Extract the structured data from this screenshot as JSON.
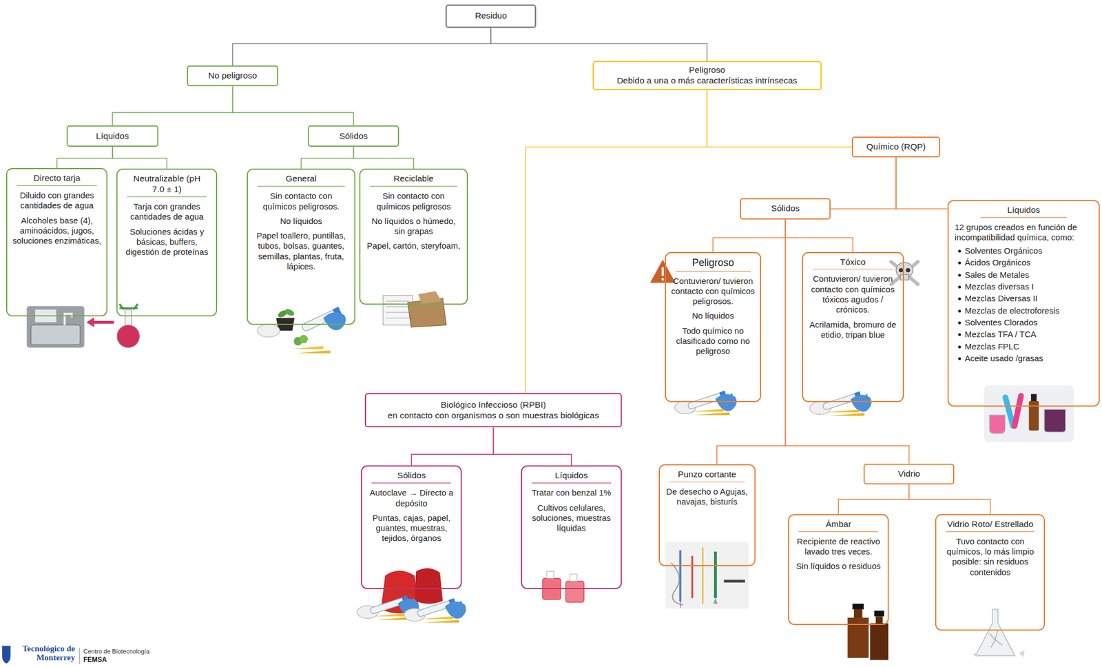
{
  "diagram": {
    "nodes": [
      {
        "text": [
          "Residuo"
        ]
      },
      {
        "text": [
          "No peligroso"
        ]
      },
      {
        "text": [
          "Peligroso",
          "Debido a una o más características intrínsecas"
        ]
      },
      {
        "text": [
          "Líquidos"
        ]
      },
      {
        "text": [
          "Sólidos"
        ]
      },
      {
        "text": [
          "Directo tarja",
          "Diluido con grandes cantidades de agua",
          "Alcoholes base (4), aminoácidos, jugos, soluciones enzimáticas,"
        ]
      },
      {
        "text": [
          "Neutralizable (pH 7.0 ± 1)",
          "Tarja con grandes cantidades de agua",
          "Soluciones ácidas y básicas, buffers, digestión de proteínas"
        ]
      },
      {
        "text": [
          "General",
          "Sin contacto con químicos peligrosos.",
          "No líquidos",
          "Papel toallero, puntillas, tubos, bolsas, guantes, semillas, plantas, fruta, lápices."
        ]
      },
      {
        "text": [
          "Reciclable",
          "Sin contacto con químicos peligrosos",
          "No líquidos o húmedo, sin grapas",
          "Papel, cartón, steryfoam,"
        ]
      },
      {
        "text": [
          "Químico (RQP)"
        ]
      },
      {
        "text": [
          "Sólidos"
        ]
      },
      {
        "text": [
          "Líquidos",
          "12 grupos creados en función de incompatibilidad química, como:",
          "Solventes Orgánicos",
          "Ácidos Orgánicos",
          "Sales de Metales",
          "Mezclas diversas I",
          "Mezclas Diversas II",
          "Mezclas de electroforesis",
          "Solventes Clorados",
          "Mezclas TFA / TCA",
          "Mezclas FPLC",
          "Aceite usado /grasas"
        ]
      },
      {
        "text": [
          "Peligroso",
          "Contuvieron/ tuvieron contacto con químicos peligrosos.",
          "No líquidos",
          "Todo químico no clasificado como no peligroso"
        ]
      },
      {
        "text": [
          "Tóxico",
          "Contuvieron/ tuvieron contacto con químicos tóxicos agudos / crónicos.",
          "Acrilamida, bromuro de etidio, tripan blue"
        ]
      },
      {
        "text": [
          "Biológico Infeccioso (RPBI)",
          "en contacto con organismos o son muestras biológicas"
        ]
      },
      {
        "text": [
          "Sólidos",
          "Autoclave → Directo a depósito",
          "Puntas, cajas, papel, guantes, muestras, tejidos, órganos"
        ]
      },
      {
        "text": [
          "Líquidos",
          "Tratar con benzal 1%",
          "Cultivos celulares, soluciones, muestras líquidas"
        ]
      },
      {
        "text": [
          "Punzo cortante",
          "De desecho o Agujas, navajas, bisturís"
        ]
      },
      {
        "text": [
          "Vidrio"
        ]
      },
      {
        "text": [
          "Ámbar",
          "Recipiente de reactivo lavado tres veces.",
          "Sin líquidos o residuos"
        ]
      },
      {
        "text": [
          "Vidrio Roto/ Estrellado",
          "Tuvo contacto con químicos, lo más limpio posible: sin residuos contenidos"
        ]
      }
    ],
    "edges": [
      {
        "from": 0,
        "to": 1,
        "arrow": "none"
      },
      {
        "from": 0,
        "to": 2,
        "arrow": "none"
      },
      {
        "from": 1,
        "to": 3,
        "arrow": "none"
      },
      {
        "from": 1,
        "to": 4,
        "arrow": "none"
      },
      {
        "from": 3,
        "to": 5,
        "arrow": "none"
      },
      {
        "from": 3,
        "to": 6,
        "arrow": "none"
      },
      {
        "from": 4,
        "to": 7,
        "arrow": "none"
      },
      {
        "from": 4,
        "to": 8,
        "arrow": "none"
      },
      {
        "from": 2,
        "to": 9,
        "arrow": "none"
      },
      {
        "from": 2,
        "to": 14,
        "arrow": "none"
      },
      {
        "from": 9,
        "to": 10,
        "arrow": "none"
      },
      {
        "from": 9,
        "to": 11,
        "arrow": "none"
      },
      {
        "from": 10,
        "to": 12,
        "arrow": "none"
      },
      {
        "from": 10,
        "to": 13,
        "arrow": "none"
      },
      {
        "from": 10,
        "to": 17,
        "arrow": "none"
      },
      {
        "from": 10,
        "to": 18,
        "arrow": "none"
      },
      {
        "from": 18,
        "to": 19,
        "arrow": "none"
      },
      {
        "from": 18,
        "to": 20,
        "arrow": "none"
      },
      {
        "from": 14,
        "to": 15,
        "arrow": "none"
      },
      {
        "from": 14,
        "to": 16,
        "arrow": "none"
      }
    ],
    "labels": [
      "Tecnológico de Monterrey",
      "Centro de Biotecnología",
      "FEMSA"
    ]
  }
}
